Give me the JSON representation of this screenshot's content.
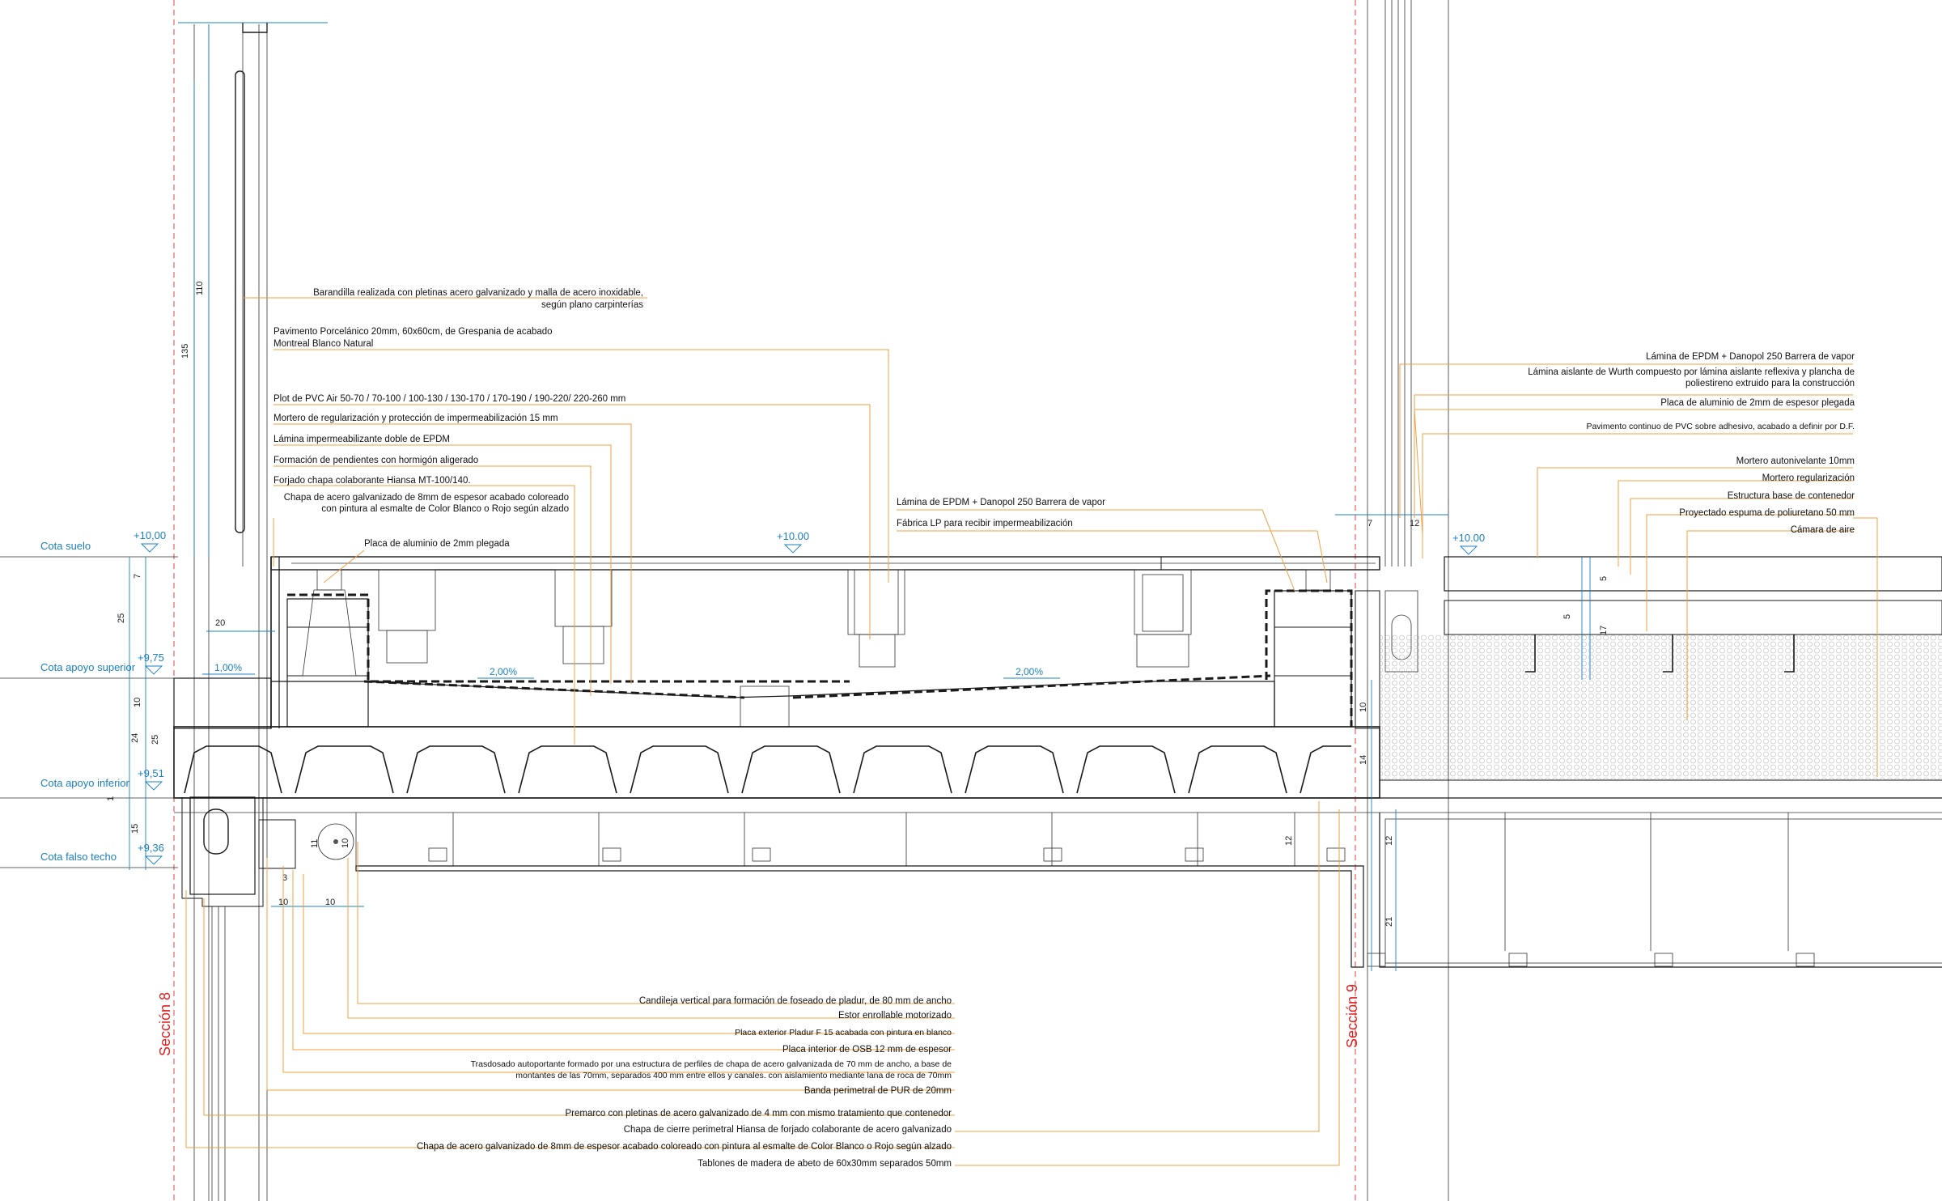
{
  "levels": [
    {
      "label": "Cota suelo",
      "value": "+10,00"
    },
    {
      "label": "Cota apoyo superior",
      "value": "+9,75"
    },
    {
      "label": "Cota apoyo inferior",
      "value": "+9,51"
    },
    {
      "label": "Cota falso techo",
      "value": "+9,36"
    }
  ],
  "level_marks": [
    "+10.00",
    "+10.00"
  ],
  "slopes": [
    "1,00%",
    "2,00%",
    "2,00%"
  ],
  "sections": [
    "Sección 8",
    "Sección 9"
  ],
  "dims": {
    "d110": "110",
    "d135": "135",
    "d7": "7",
    "d25": "25",
    "d20": "20",
    "d10": "10",
    "d24": "24",
    "d25b": "25",
    "d15": "15",
    "d1": "1",
    "d11": "11",
    "d10b": "10",
    "d3": "3",
    "d10c": "10",
    "d10d": "10",
    "d7r": "7",
    "d12r": "12",
    "d5": "5",
    "d5b": "5",
    "d17": "17",
    "d10r": "10",
    "d14": "14",
    "d12a": "12",
    "d12b": "12",
    "d21": "21"
  },
  "notes_top_left": [
    "Barandilla realizada con pletinas acero galvanizado y malla de acero inoxidable,",
    "según plano carpinterías",
    "Pavimento Porcelánico 20mm, 60x60cm, de Grespania de acabado",
    "Montreal Blanco Natural",
    "Plot de PVC Air 50-70 / 70-100 / 100-130 / 130-170 / 170-190 / 190-220/ 220-260 mm",
    "Mortero de regularización y protección de impermeabilización 15 mm",
    "Lámina impermeabilizante doble de EPDM",
    "Formación de pendientes con hormigón aligerado",
    "Forjado chapa colaborante Hiansa MT-100/140.",
    "Chapa de acero galvanizado de 8mm de espesor acabado coloreado",
    "con pintura al esmalte de Color Blanco o Rojo según alzado",
    "Placa de aluminio de 2mm plegada"
  ],
  "notes_mid": [
    "Lámina de EPDM + Danopol 250 Barrera de vapor",
    "Fábrica LP para recibir impermeabilización"
  ],
  "notes_right": [
    "Lámina de EPDM + Danopol 250 Barrera de vapor",
    "Lámina aislante de Wurth compuesto por lámina aislante reflexiva y plancha de",
    "poliestireno extruido para la construcción",
    "Placa de aluminio de 2mm de espesor plegada",
    "Pavimento continuo de PVC sobre adhesivo, acabado a definir por D.F.",
    "Mortero autonivelante 10mm",
    "Mortero regularización",
    "Estructura base de contenedor",
    "Proyectado espuma de poliuretano 50 mm",
    "Cámara de aire"
  ],
  "notes_bottom": [
    "Candileja vertical para formación de foseado de pladur, de 80 mm de ancho",
    "Estor enrollable motorizado",
    "Placa exterior Pladur F 15 acabada con pintura  en blanco",
    "Placa interior de OSB 12 mm de espesor",
    "Trasdosado autoportante formado por una estructura de perfiles de chapa de acero  galvanizada de 70 mm de ancho, a base de",
    "montantes de las 70mm, separados 400 mm entre ellos y canales. con aislamiento mediante lana de roca de 70mm",
    "Banda perimetral de PUR de 20mm",
    "Premarco con pletinas de acero galvanizado de 4 mm con mismo tratamiento que contenedor",
    "Chapa de cierre perimetral  Hiansa de forjado colaborante de acero galvanizado",
    "Chapa de acero galvanizado de 8mm de espesor acabado coloreado con pintura al esmalte de Color Blanco o Rojo según alzado",
    "Tablones de madera de abeto de 60x30mm separados 50mm"
  ],
  "colors": {
    "leader": "#f0a040",
    "level": "#1a7fc1",
    "section": "#e02020",
    "line": "#1a1a1a"
  }
}
